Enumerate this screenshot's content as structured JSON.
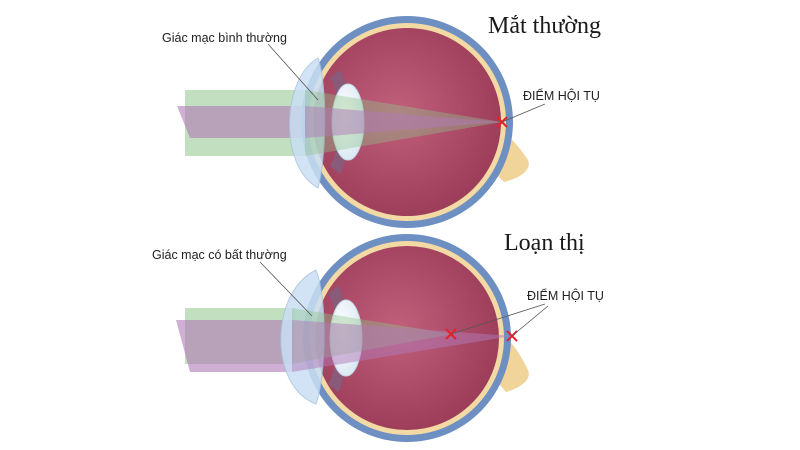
{
  "panels": [
    {
      "title": "Mắt thường",
      "cornea_label": "Giác mạc bình thường",
      "focus_label": "ĐIỂM HỘI TỤ"
    },
    {
      "title": "Loạn thị",
      "cornea_label": "Giác mạc có bất thường",
      "focus_label": "ĐIỂM HỘI TỤ"
    }
  ],
  "colors": {
    "sclera_outer": "#6e8fc2",
    "eye_interior": "#b24e6c",
    "retina_line": "#f3d9a4",
    "optic_nerve": "#f0d49a",
    "cornea": "#c9dff3",
    "beam_green": "#8fc48a",
    "beam_purple": "#b07ab8",
    "focus_mark": "#e8202a"
  }
}
